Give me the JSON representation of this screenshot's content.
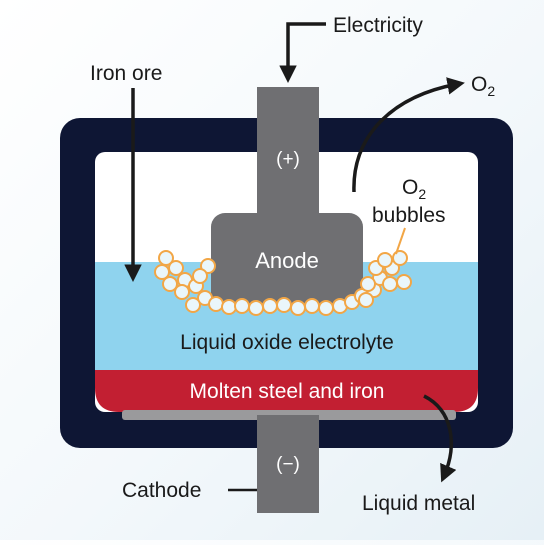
{
  "labels": {
    "electricity": "Electricity",
    "iron_ore": "Iron ore",
    "o2_main": "O",
    "o2_main_sub": "2",
    "o2_bubbles_o": "O",
    "o2_bubbles_sub": "2",
    "bubbles": "bubbles",
    "anode": "Anode",
    "anode_sign": "(+)",
    "cathode_sign": "(−)",
    "electrolyte": "Liquid oxide electrolyte",
    "molten": "Molten steel and iron",
    "cathode": "Cathode",
    "liquid_metal": "Liquid metal"
  },
  "colors": {
    "vessel": "#0e1634",
    "electrolyte": "#8fd3ee",
    "molten": "#c21f32",
    "electrode": "#6f6f72",
    "cathode_plate": "#9a9a9c",
    "bubble_fill": "#eaf6fb",
    "bubble_stroke": "#f2a646",
    "arrow": "#1a1a1a",
    "text_dark": "#1a1a1a",
    "text_light": "#ffffff"
  }
}
